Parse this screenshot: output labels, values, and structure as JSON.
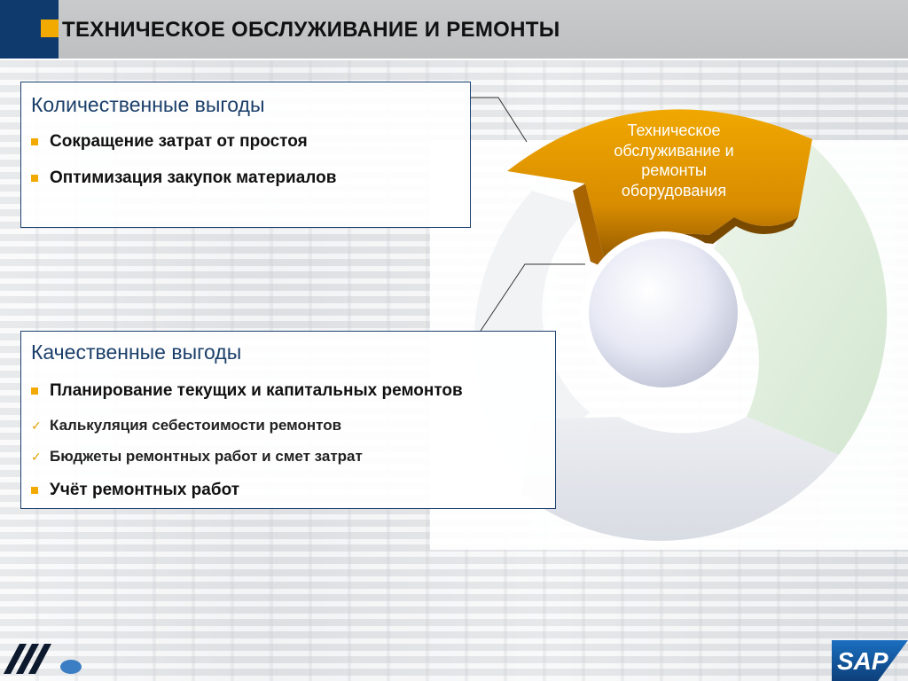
{
  "header": {
    "title": "ТЕХНИЧЕСКОЕ ОБСЛУЖИВАНИЕ И РЕМОНТЫ"
  },
  "quantitative": {
    "title": "Количественные выгоды",
    "items": [
      "Сокращение затрат от простоя",
      "Оптимизация закупок материалов"
    ]
  },
  "qualitative": {
    "title": "Качественные выгоды",
    "item_main": "Планирование текущих и капитальных ремонтов",
    "sub_items": [
      "Калькуляция себестоимости ремонтов",
      "Бюджеты ремонтных работ и смет затрат"
    ],
    "item_last": "Учёт ремонтных работ"
  },
  "wheel": {
    "highlight_label_lines": [
      "Техническое",
      "обслуживание и",
      "ремонты",
      "оборудования"
    ],
    "colors": {
      "highlight": "#e39b00",
      "green_segment": "#dfeedd",
      "gray_segment": "#e1e4ea",
      "hub": "#d9dcef"
    }
  },
  "footer": {
    "logo_text": "SAP",
    "icons": [
      "stripes-icon",
      "dot-icon"
    ]
  }
}
